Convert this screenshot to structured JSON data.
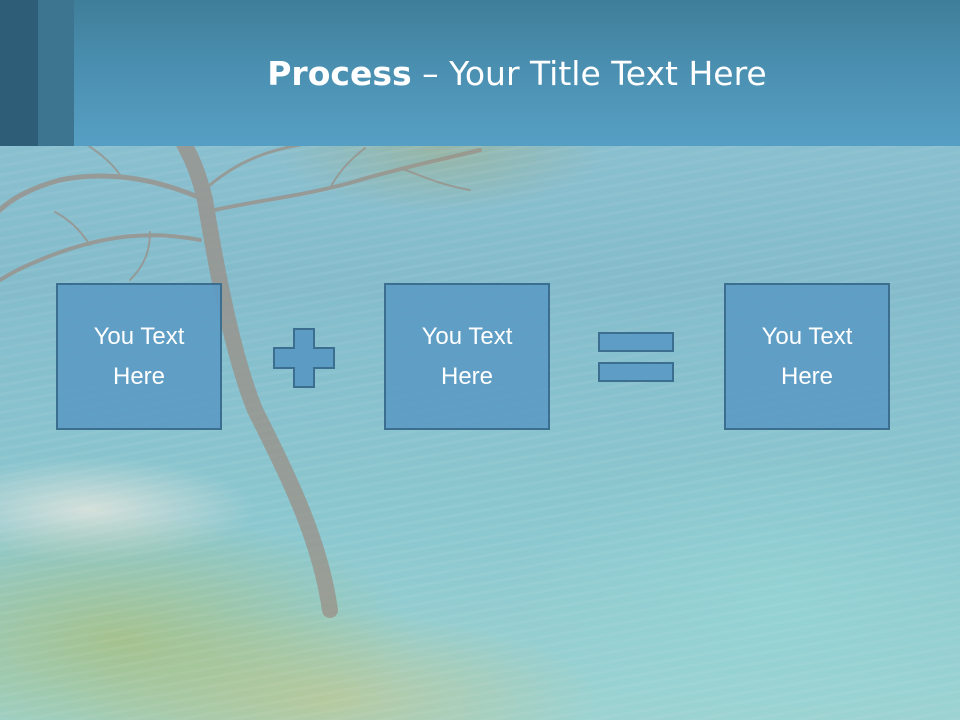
{
  "slide": {
    "title_strong": "Process",
    "title_rest": " – Your Title Text Here"
  },
  "process": {
    "steps": [
      {
        "label": "You Text Here"
      },
      {
        "label": "You Text Here"
      },
      {
        "label": "You Text Here"
      }
    ],
    "operators": [
      "plus-icon",
      "equals-icon"
    ]
  },
  "colors": {
    "title_band": "#4a8fb0",
    "box_fill": "#5c9bc4",
    "box_border": "#3c6f8f",
    "text": "#ffffff"
  }
}
